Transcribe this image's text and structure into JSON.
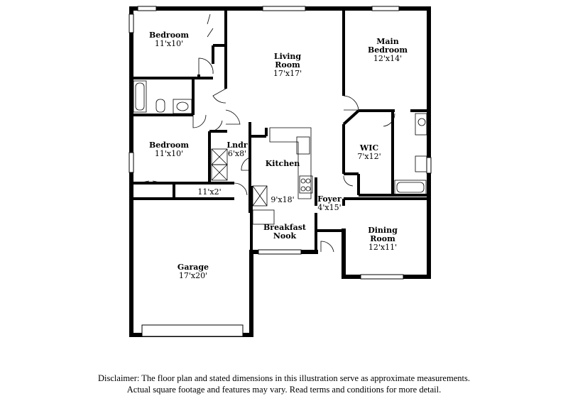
{
  "rooms": [
    {
      "id": "bedroom-1",
      "name": "Bedroom",
      "dims": "11'x10'"
    },
    {
      "id": "living-room",
      "name": "Living Room",
      "name_lines": [
        "Living",
        "Room"
      ],
      "dims": "17'x17'"
    },
    {
      "id": "main-bedroom",
      "name": "Main Bedroom",
      "name_lines": [
        "Main",
        "Bedroom"
      ],
      "dims": "12'x14'"
    },
    {
      "id": "bedroom-2",
      "name": "Bedroom",
      "dims": "11'x10'"
    },
    {
      "id": "laundry",
      "name": "Lndr",
      "dims": "6'x8'"
    },
    {
      "id": "kitchen",
      "name": "Kitchen",
      "dims": "9'x18'"
    },
    {
      "id": "wic",
      "name": "WIC",
      "dims": "7'x12'"
    },
    {
      "id": "hall",
      "name": "",
      "dims": "11'x2'"
    },
    {
      "id": "foyer",
      "name": "Foyer",
      "dims": "4'x15'"
    },
    {
      "id": "breakfast-nook",
      "name": "Breakfast Nook",
      "name_lines": [
        "Breakfast",
        "Nook"
      ],
      "dims": ""
    },
    {
      "id": "dining-room",
      "name": "Dining Room",
      "name_lines": [
        "Dining",
        "Room"
      ],
      "dims": "12'x11'"
    },
    {
      "id": "garage",
      "name": "Garage",
      "dims": "17'x20'"
    }
  ],
  "disclaimer": {
    "line1": "Disclaimer: The floor plan and stated dimensions in this illustration serve as approximate measurements.",
    "line2": "Actual square footage and features may vary. Read terms and conditions for more detail."
  }
}
